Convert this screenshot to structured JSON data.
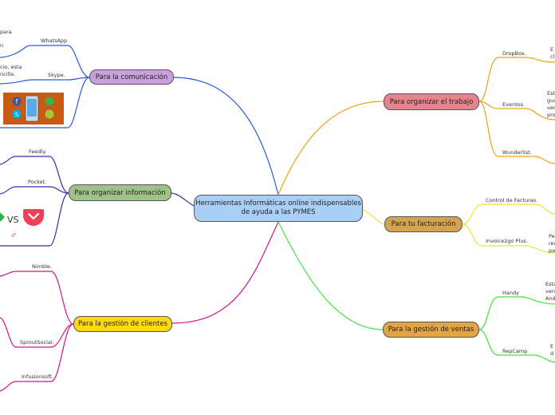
{
  "central": {
    "title": "Herramientas Informáticas online indispensables de ayuda a las PYMES"
  },
  "colors": {
    "communication": "#c9a0dc",
    "organize_info": "#9dc28a",
    "clients": "#ffd814",
    "work": "#e5848c",
    "billing": "#d4a352",
    "sales": "#e2a444",
    "central": "#a9cff6",
    "edge_comm": "#2a5bd7",
    "edge_info": "#3a2aa8",
    "edge_clients": "#d2148a",
    "edge_work": "#f0a21a",
    "edge_billing": "#e4e43a",
    "edge_sales": "#44e244"
  },
  "branches": {
    "communication": {
      "label": "Para la comunicación",
      "children": [
        {
          "label": "WhatsApp"
        },
        {
          "label": "Skype."
        }
      ],
      "notes": [
        "para",
        "n",
        "cio, esta",
        "ncilla."
      ]
    },
    "organize_info": {
      "label": "Para organizar información",
      "children": [
        {
          "label": "Feedly."
        },
        {
          "label": "Pocket."
        }
      ],
      "vs_text": "VS"
    },
    "clients": {
      "label": "Para la gestión de clientes",
      "children": [
        {
          "label": "Nimble."
        },
        {
          "label": "SproutSocial."
        },
        {
          "label": "Infusionsoft."
        }
      ]
    },
    "work": {
      "label": "Para organizar el trabajo",
      "children": [
        {
          "label": "DropBox."
        },
        {
          "label": "Eventos."
        },
        {
          "label": "Wunderlist."
        }
      ],
      "notes": [
        "E s",
        "cl",
        "Esta",
        "gua",
        "ver",
        "pro"
      ]
    },
    "billing": {
      "label": "Para tu facturación",
      "children": [
        {
          "label": "Control de Facturas."
        },
        {
          "label": "Invoice2go Plus."
        }
      ],
      "notes": [
        "Pe",
        "rec",
        "par"
      ]
    },
    "sales": {
      "label": "Para la gestión de ventas",
      "children": [
        {
          "label": "Handy"
        },
        {
          "label": "RepCamp"
        }
      ],
      "notes": [
        "Esta",
        "vent",
        "Andr",
        "E",
        "d"
      ]
    }
  }
}
